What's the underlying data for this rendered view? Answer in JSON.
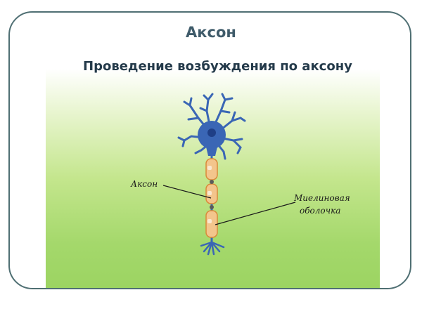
{
  "slide": {
    "title": "Аксон",
    "subtitle": "Проведение возбуждения по аксону"
  },
  "diagram": {
    "label_axon": "Аксон",
    "label_myelin_line1": "Миелиновая",
    "label_myelin_line2": "оболочка"
  },
  "colors": {
    "frame_border": "#4f6f73",
    "title": "#3f5b6a",
    "neuron_body": "#3a66b5",
    "nucleus": "#1f3f86",
    "myelin_fill": "#f3c58c",
    "myelin_stroke": "#d98a3a",
    "panel_top": "#ffffff",
    "panel_bottom": "#9cd462"
  },
  "icons": [
    "neuron-illustration"
  ]
}
